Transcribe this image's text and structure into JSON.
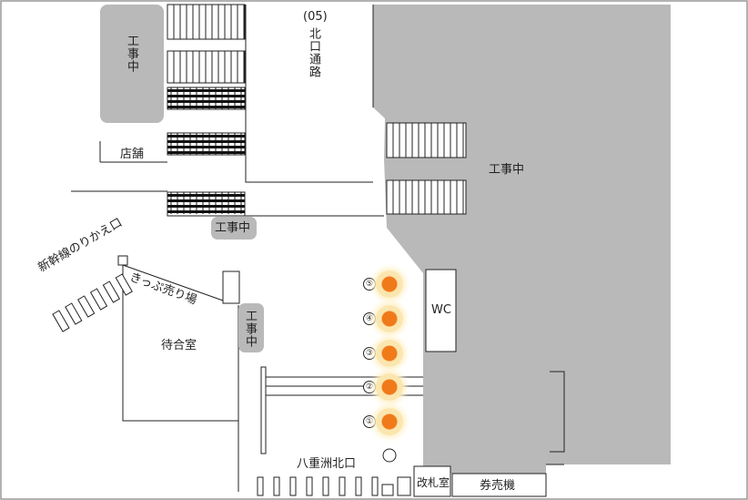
{
  "labels": {
    "north_corridor_code": "(05)",
    "north_corridor_name": "北口通路",
    "construction": "工事中",
    "shop": "店舗",
    "shinkansen_transfer": "新幹線のりかえ口",
    "ticket_office": "きっぷ売り場",
    "waiting_room": "待合室",
    "restroom": "WC",
    "exit_name": "八重洲北口",
    "ticket_gate_office": "改札室",
    "ticket_machines": "券売機"
  },
  "markers": [
    {
      "id": "5",
      "label": "⑤"
    },
    {
      "id": "4",
      "label": "④"
    },
    {
      "id": "3",
      "label": "③"
    },
    {
      "id": "2",
      "label": "②"
    },
    {
      "id": "1",
      "label": "①"
    }
  ],
  "colors": {
    "construction_area": "#b9b9b9",
    "marker": "#f07a1a",
    "marker_glow": "#fbe6b0",
    "lines": "#222222"
  }
}
